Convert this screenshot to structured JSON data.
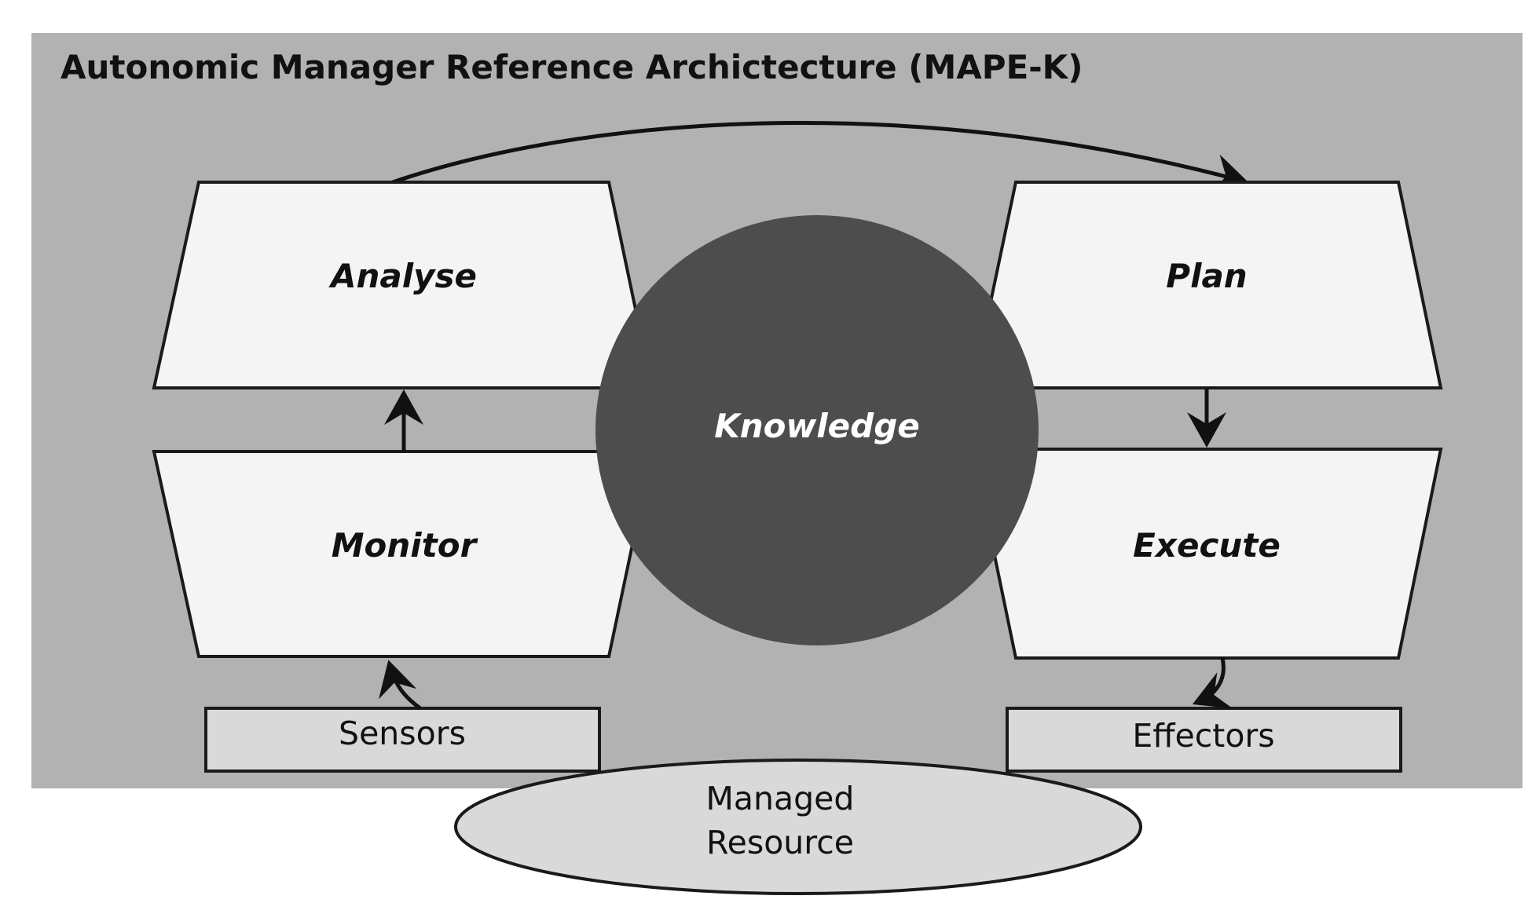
{
  "title": "Autonomic Manager Reference Archictecture (MAPE-K)",
  "stages": {
    "analyse": "Analyse",
    "plan": "Plan",
    "monitor": "Monitor",
    "execute": "Execute"
  },
  "knowledge": "Knowledge",
  "sensors": "Sensors",
  "effectors": "Effectors",
  "managed_resource": {
    "line1": "Managed",
    "line2": "Resource"
  },
  "colors": {
    "panel": "#b2b2b2",
    "stage_fill": "#f4f4f4",
    "knowledge_fill": "#4d4d4d",
    "interface_fill": "#d9d9d9",
    "resource_fill": "#d9d9d9"
  }
}
